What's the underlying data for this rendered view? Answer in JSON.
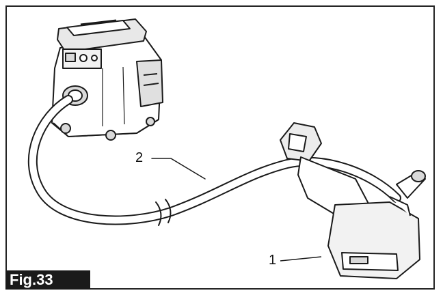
{
  "figure": {
    "label": "Fig.33",
    "callouts": {
      "one": "1",
      "two": "2"
    }
  },
  "colors": {
    "line": "#1a1a1a",
    "fill": "#ffffff",
    "shade": "#d9d9d9",
    "label_bg": "#1a1a1a",
    "label_text": "#ffffff"
  },
  "icons": {
    "vacuum": "dust-extractor-icon",
    "tool": "cutter-with-dust-cover-icon",
    "hose": "hose-icon"
  }
}
